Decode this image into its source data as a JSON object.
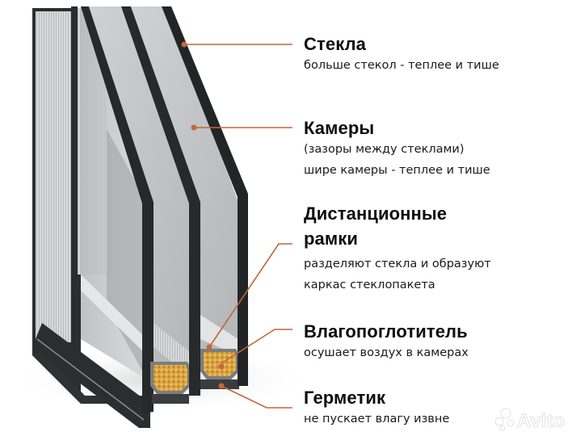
{
  "diagram": {
    "subject": "triple-pane window cross-section",
    "accent_color": "#c0663a",
    "frame_color": "#2b2e2f",
    "glass_color": "#c9cccd",
    "desiccant_color": "#d9a441"
  },
  "labels": [
    {
      "title": "Стекла",
      "lines": [
        "больше стекол - теплее и тише"
      ]
    },
    {
      "title": "Камеры",
      "lines": [
        "(зазоры между стеклами)",
        "шире камеры - теплее и тише"
      ]
    },
    {
      "title_lines": [
        "Дистанционные",
        "рамки"
      ],
      "lines": [
        "разделяют стекла и образуют",
        "каркас стеклопакета"
      ]
    },
    {
      "title": "Влагопоглотитель",
      "lines": [
        "осушает воздух в камерах"
      ]
    },
    {
      "title": "Герметик",
      "lines": [
        "не пускает влагу извне"
      ]
    }
  ],
  "watermark": {
    "text": "Avito"
  }
}
